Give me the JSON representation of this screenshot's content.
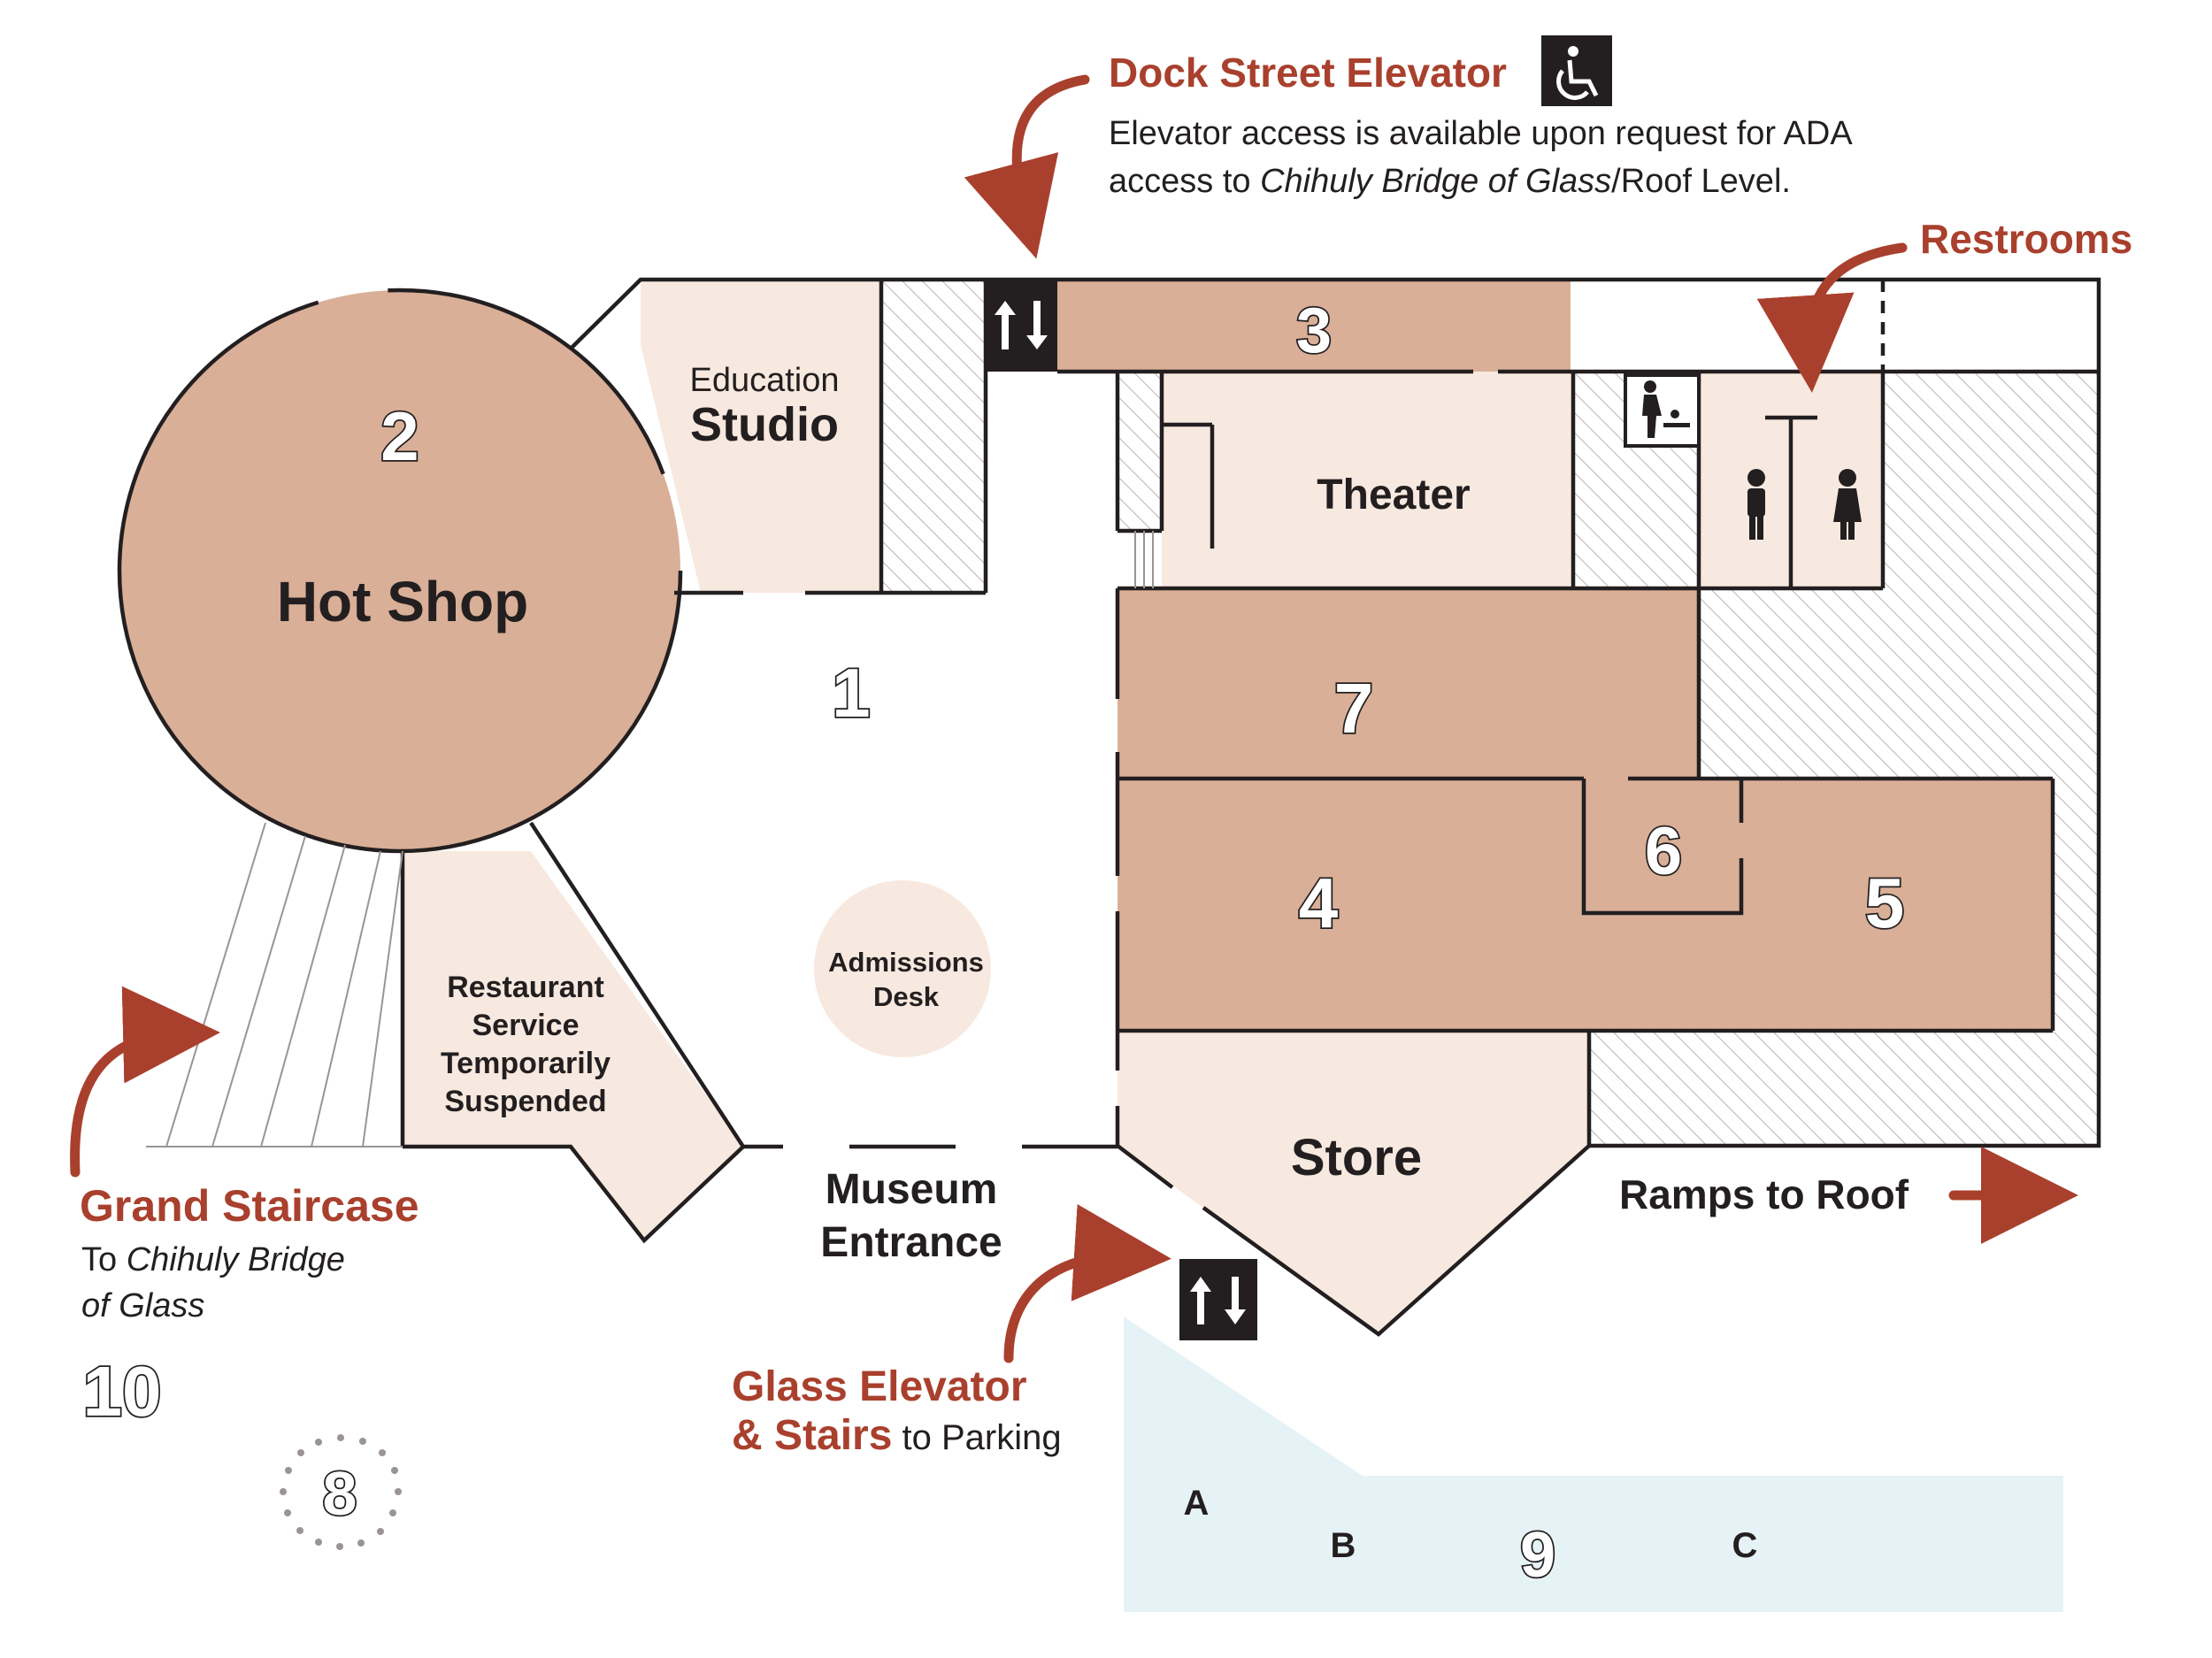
{
  "map": {
    "callouts": {
      "dock_elevator": {
        "title": "Dock Street Elevator",
        "line1": "Elevator access is available upon request for ADA",
        "line2_pre": "access to ",
        "line2_em": "Chihuly Bridge of Glass",
        "line2_post": "/Roof Level.",
        "icon": "wheelchair-icon"
      },
      "restrooms": {
        "title": "Restrooms"
      },
      "grand_staircase": {
        "title": "Grand Staircase",
        "line1_pre": "To ",
        "line1_em": "Chihuly Bridge",
        "line2_em": "of Glass"
      },
      "glass_elevator": {
        "title1": "Glass Elevator",
        "title2": "& Stairs",
        "suffix": " to Parking"
      },
      "ramps": {
        "label": "Ramps to Roof"
      }
    },
    "rooms": {
      "hot_shop": {
        "number": "2",
        "name": "Hot Shop"
      },
      "education": {
        "line1": "Education",
        "line2": "Studio"
      },
      "theater": {
        "name": "Theater"
      },
      "store": {
        "name": "Store"
      },
      "restaurant": {
        "line1": "Restaurant",
        "line2": "Service",
        "line3": "Temporarily",
        "line4": "Suspended"
      },
      "admissions": {
        "line1": "Admissions",
        "line2": "Desk"
      },
      "entrance": {
        "line1": "Museum",
        "line2": "Entrance"
      }
    },
    "numbers": {
      "n1": "1",
      "n3": "3",
      "n4": "4",
      "n5": "5",
      "n6": "6",
      "n7": "7",
      "n8": "8",
      "n9": "9",
      "n10": "10"
    },
    "parking": {
      "a": "A",
      "b": "B",
      "c": "C"
    },
    "colors": {
      "accent_red": "#a9402d",
      "gallery_tan": "#d9af97",
      "light_tan": "#f7e9df",
      "parking_blue": "#e6f3f6",
      "ink": "#231f20"
    }
  }
}
